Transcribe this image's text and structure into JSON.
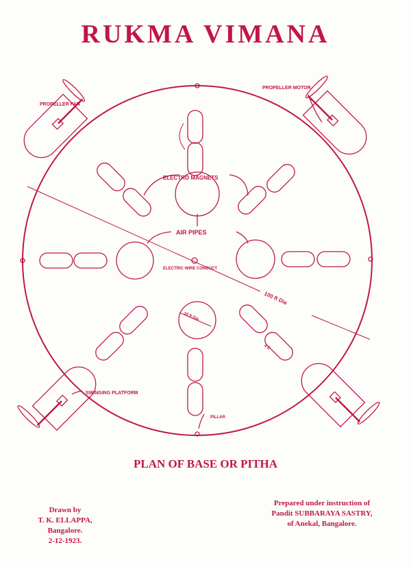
{
  "title": "RUKMA VIMANA",
  "caption": "PLAN OF BASE OR PITHA",
  "labels": {
    "propeller_fan": "PROPELLER FAN",
    "propeller_motor": "PROPELLER MOTOR",
    "electro_magnets": "ELECTRO MAGNETS",
    "air_pipes": "AIR PIPES",
    "electric_wire_conduct": "ELECTRIC WIRE CONDUCT",
    "diameter": "100 ft Dia",
    "small_circle": "10 ft Dia",
    "capsule_size": "4 ft",
    "swinging_platform": "SWINGING PLATFORM",
    "pillar": "PILLAR"
  },
  "drawn_by": [
    "Drawn by",
    "T. K. ELLAPPA,",
    "Bangalore.",
    "2-12-1923."
  ],
  "prepared": [
    "Prepared under instruction of",
    "Pandit SUBBARAYA SASTRY,",
    "of Anekal, Bangalore."
  ],
  "colors": {
    "ink": "#c0164a"
  }
}
